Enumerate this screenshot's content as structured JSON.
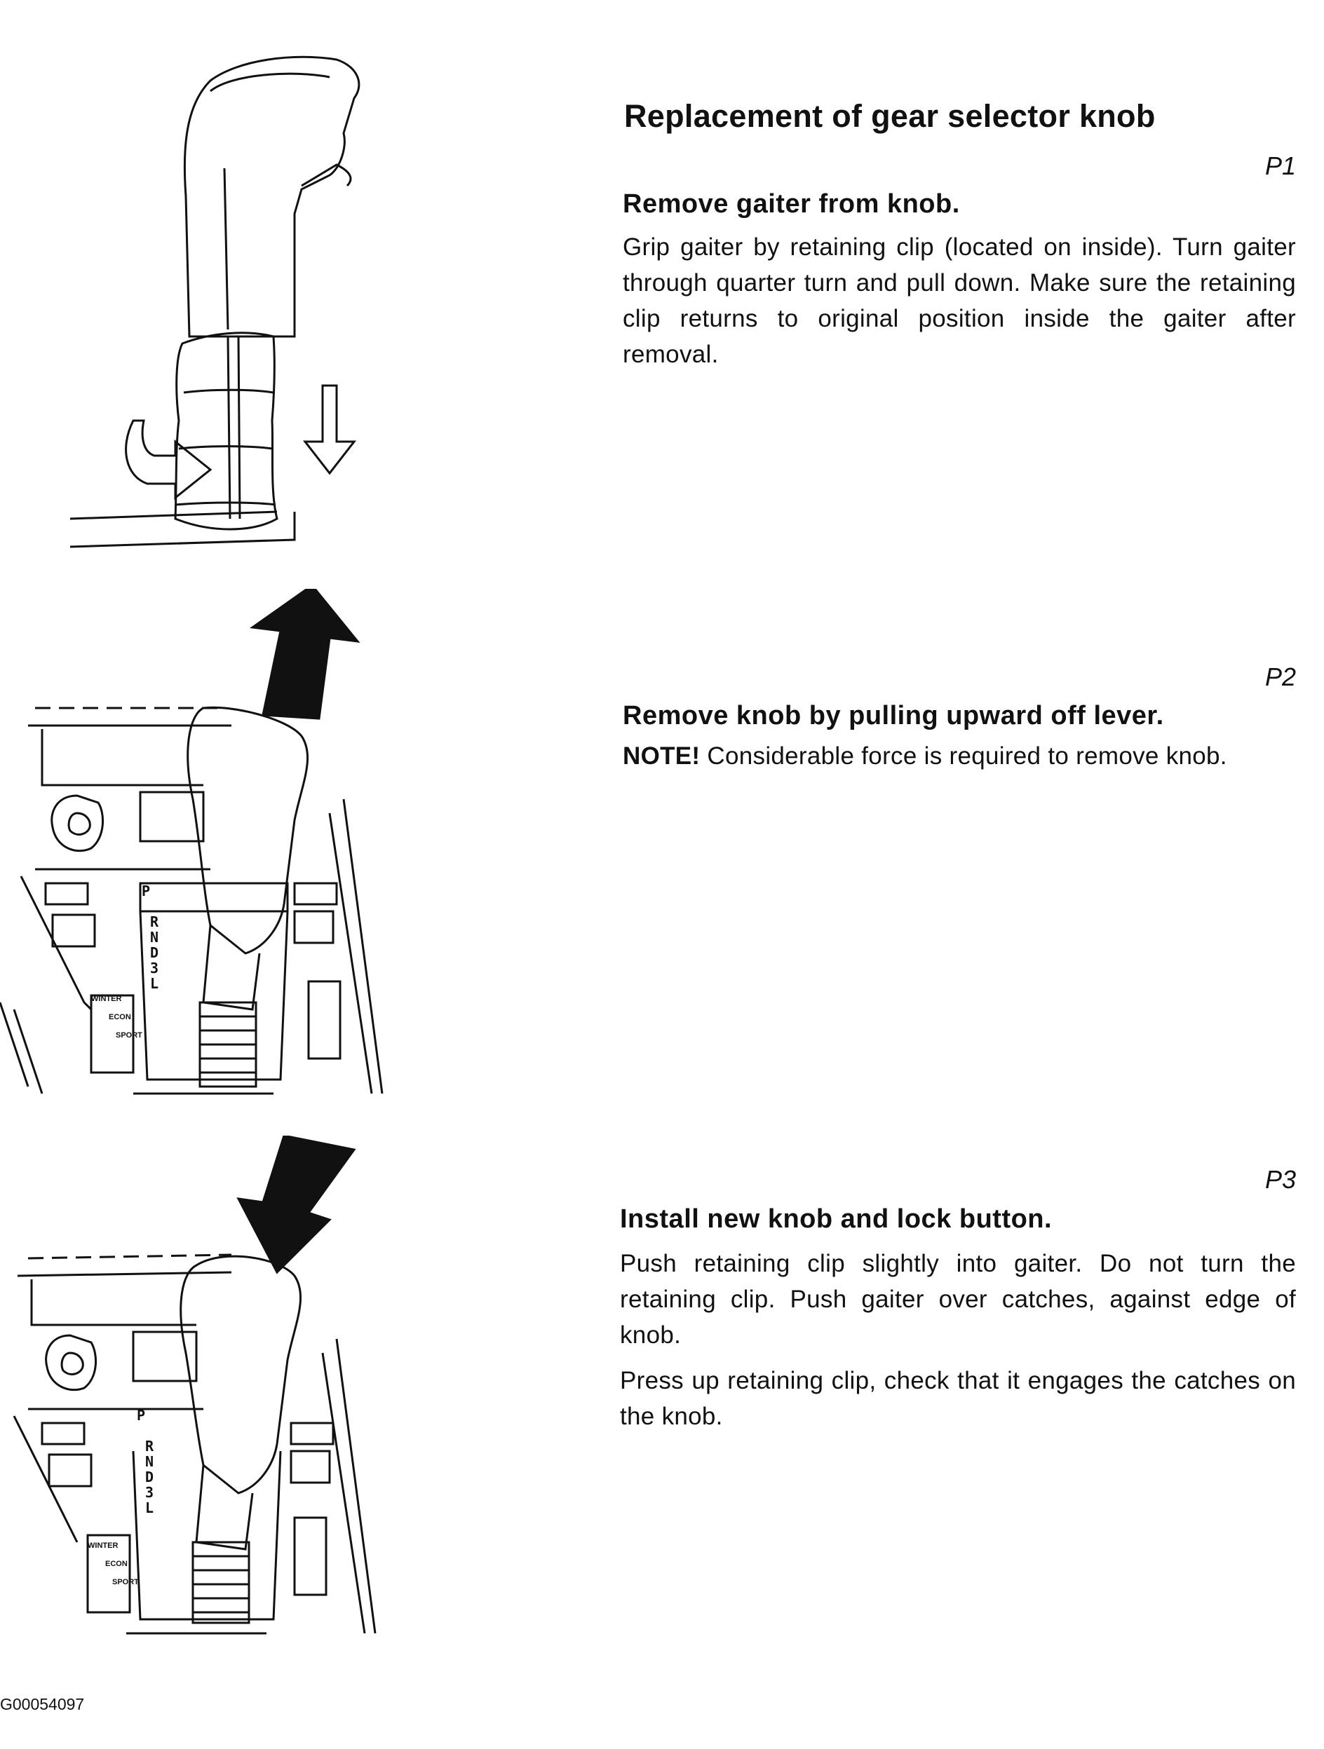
{
  "title": "Replacement of gear selector knob",
  "steps": [
    {
      "label": "P1",
      "heading": "Remove gaiter from knob.",
      "text": "Grip gaiter by retaining clip (located on inside). Turn gaiter through quarter turn and pull down. Make sure the retaining clip returns to original position inside the gaiter after removal."
    },
    {
      "label": "P2",
      "heading": "Remove knob by pulling upward off lever.",
      "note_label": "NOTE!",
      "note_text": " Considerable force is required to remove knob."
    },
    {
      "label": "P3",
      "heading": "Install new knob and lock button.",
      "text": "Push retaining clip slightly into gaiter. Do not turn the retaining clip. Push gaiter over catches, against edge of knob.",
      "text2": "Press up retaining clip, check that it engages the catches on the knob."
    }
  ],
  "gear_positions": [
    "P",
    "R",
    "N",
    "D",
    "3",
    "L"
  ],
  "mode_buttons": [
    "WINTER",
    "ECON",
    "SPORT"
  ],
  "image_code": "G00054097"
}
